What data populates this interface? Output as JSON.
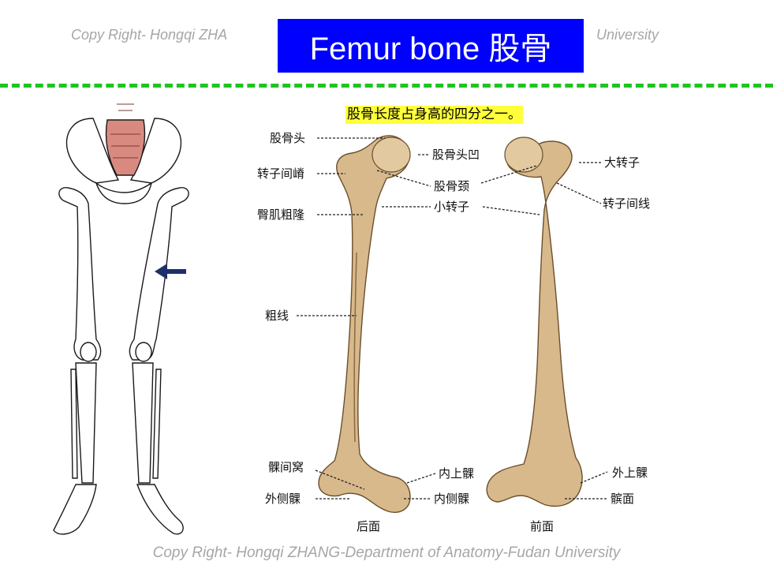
{
  "watermark": {
    "top": "Copy Right- Hongqi ZHA",
    "top_right": "University",
    "bottom": "Copy Right- Hongqi ZHANG-Department of Anatomy-Fudan University"
  },
  "title": "Femur bone 股骨",
  "fact": "股骨长度占身高的四分之一。",
  "labels": {
    "head": "股骨头",
    "fovea": "股骨头凹",
    "intertrochanteric_crest": "转子间嵴",
    "neck": "股骨颈",
    "gluteal_tuberosity": "臀肌粗隆",
    "lesser_trochanter": "小转子",
    "linea_aspera": "粗线",
    "greater_trochanter": "大转子",
    "intertrochanteric_line": "转子间线",
    "intercondylar_fossa": "髁间窝",
    "medial_epicondyle": "内上髁",
    "lateral_condyle": "外侧髁",
    "medial_condyle": "内侧髁",
    "lateral_epicondyle": "外上髁",
    "patellar_surface": "髌面",
    "posterior_view": "后面",
    "anterior_view": "前面"
  },
  "colors": {
    "title_bg": "#0000ff",
    "divider": "#1ec51e",
    "highlight": "#ffff3a",
    "bone": "#d8b98c",
    "pelvis_sacrum": "#d98a80",
    "arrow": "#1f2f6b"
  },
  "icons": {
    "pointer": "arrow-left-icon"
  }
}
